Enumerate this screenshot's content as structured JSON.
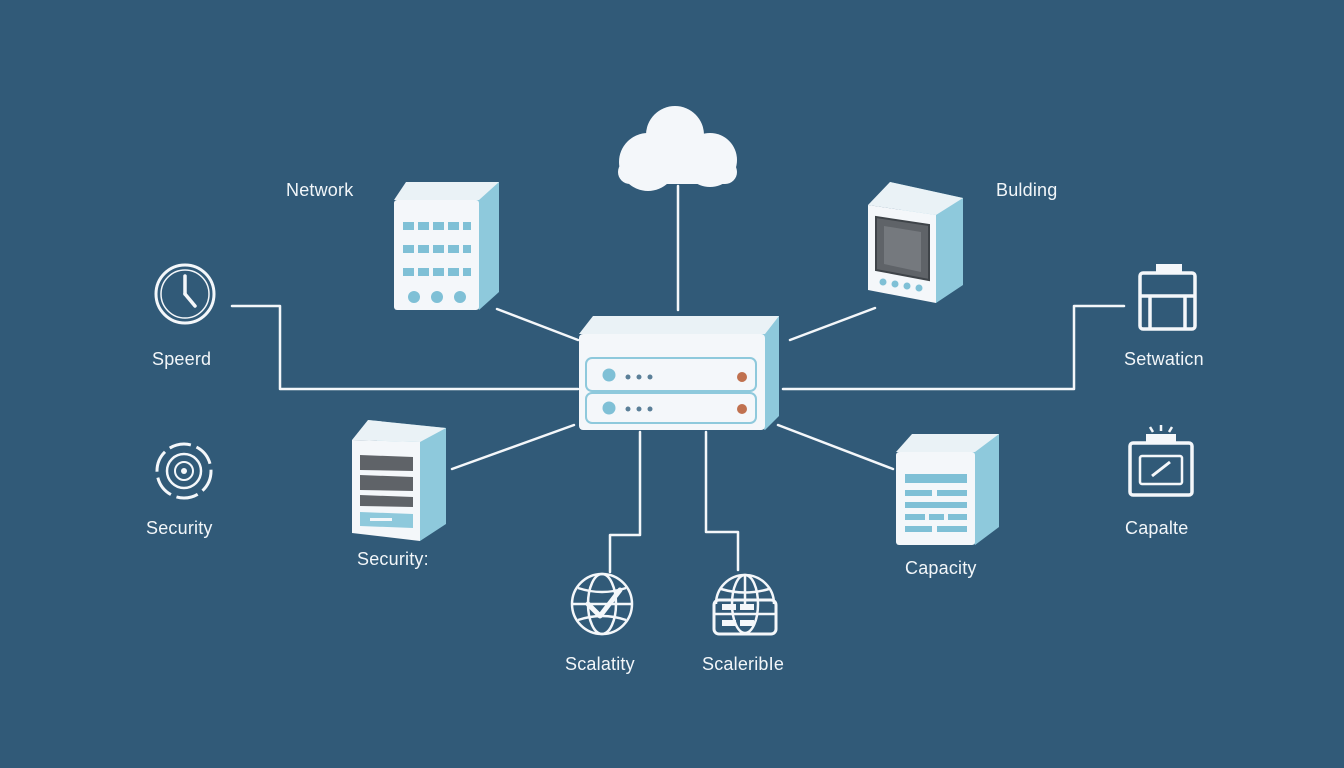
{
  "diagram": {
    "labels": {
      "network": "Network",
      "building": "Bulding",
      "speed": "Speerd",
      "setwatcion": "Setwaticn",
      "security_left": "Security",
      "security_server": "Security:",
      "capacity": "Capacity",
      "capalte": "Capalte",
      "scalatity": "Scalatity",
      "scalerible": "ScaleribIe"
    },
    "colors": {
      "background": "#315a78",
      "line": "#f4f7fa",
      "device_front": "#f4f7fa",
      "device_side": "#8ec9dc",
      "accent": "#7fc0d6",
      "dark_panel": "#5f6368",
      "led_orange": "#c0714f"
    },
    "icons": [
      "cloud-icon",
      "clock-icon",
      "shield-target-icon",
      "printer-icon",
      "monitor-icon",
      "globe-check-icon",
      "globe-database-icon"
    ]
  }
}
